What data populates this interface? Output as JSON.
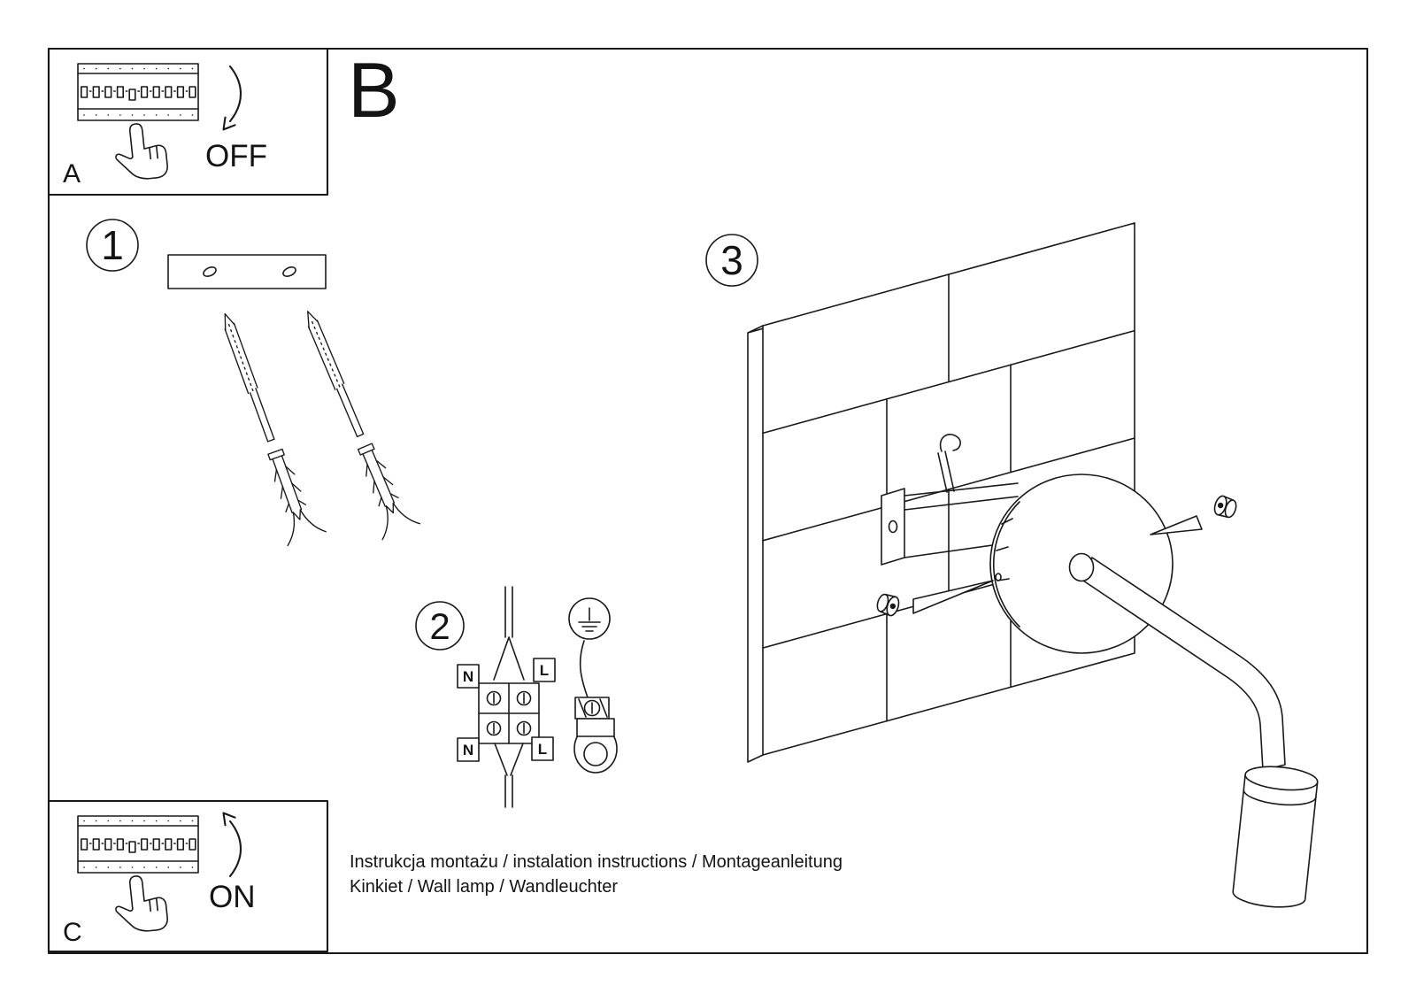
{
  "panel_a": {
    "label": "A",
    "state": "OFF"
  },
  "panel_c": {
    "label": "C",
    "state": "ON"
  },
  "section_b": {
    "label": "B"
  },
  "steps": {
    "s1": "1",
    "s2": "2",
    "s3": "3"
  },
  "wiring": {
    "n": "N",
    "l": "L"
  },
  "footer": {
    "line1": "Instrukcja montażu / instalation instructions / Montageanleitung",
    "line2": "Kinkiet / Wall lamp / Wandleuchter"
  }
}
